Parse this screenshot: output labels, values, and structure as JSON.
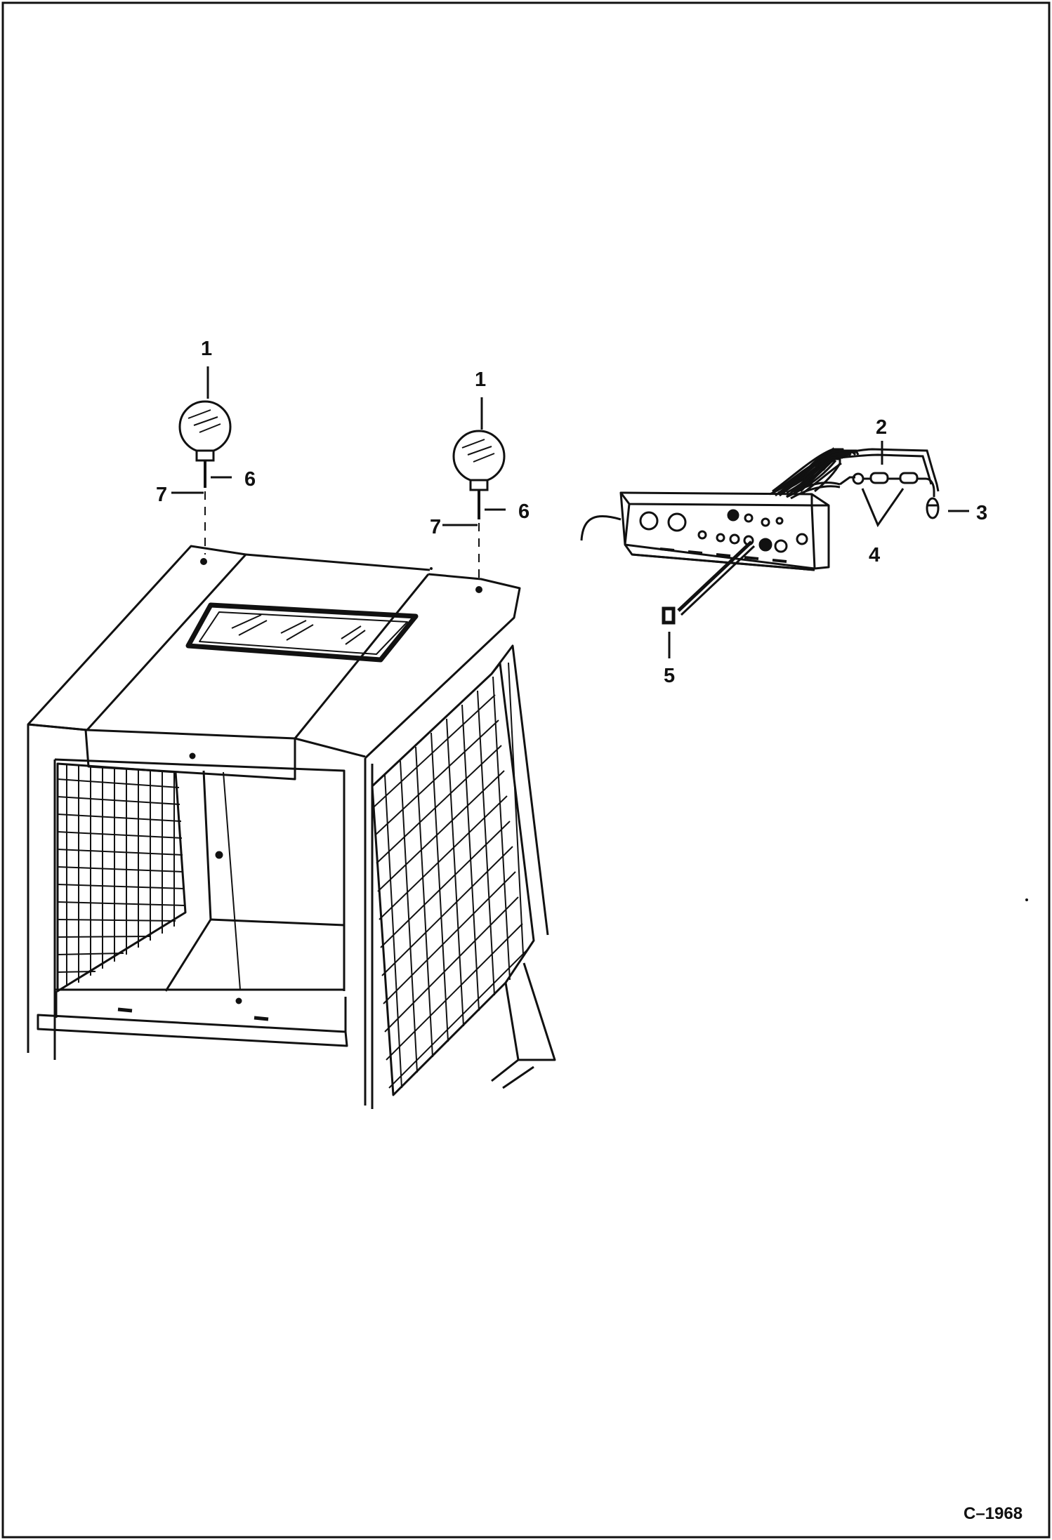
{
  "callouts": {
    "lamp_left": "1",
    "lamp_right": "1",
    "wire_top": "2",
    "connector_end": "3",
    "fuse_pair": "4",
    "switch": "5",
    "bolt_left": "6",
    "bolt_right": "6",
    "nut_left": "7",
    "nut_right": "7"
  },
  "figure_id": "C–1968"
}
